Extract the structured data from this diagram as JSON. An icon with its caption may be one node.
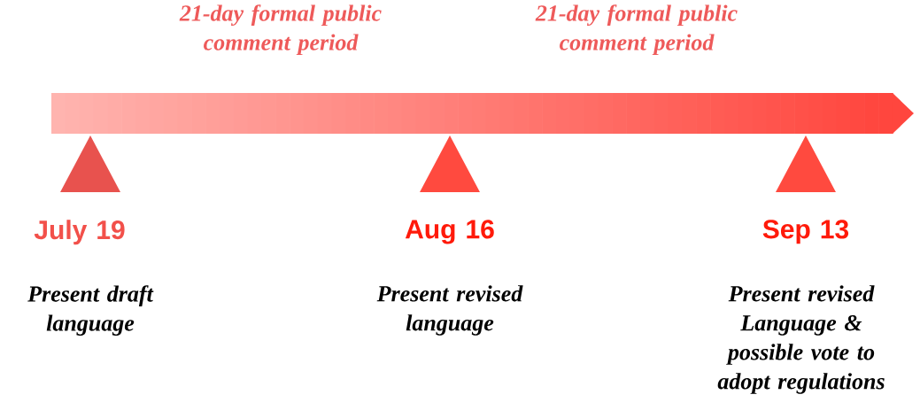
{
  "diagram": {
    "labels": [
      "21-day formal public comment period",
      "21-day formal public comment period",
      "July 19",
      "Aug 16",
      "Sep 13",
      "Present draft language",
      "Present revised language",
      "Present revised Language & possible vote to adopt regulations"
    ]
  }
}
